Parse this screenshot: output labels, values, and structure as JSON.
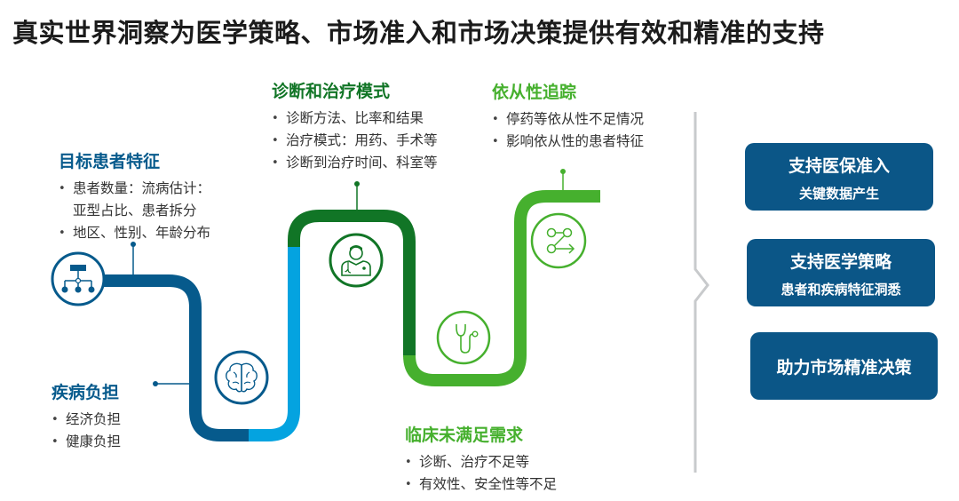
{
  "title": "真实世界洞察为医学策略、市场准入和市场决策提供有效和精准的支持",
  "colors": {
    "dark_blue": "#065a8c",
    "light_blue": "#04a3e0",
    "dark_green": "#117526",
    "light_green": "#46b02e",
    "box_blue": "#0b5687",
    "divider_gray": "#c8cacc"
  },
  "stages": [
    {
      "title": "目标患者特征",
      "icon": "org-chart-icon",
      "bullets": [
        {
          "line1": "患者数量：流病估计：",
          "line2": "亚型占比、患者拆分"
        },
        {
          "line1": "地区、性别、年龄分布"
        }
      ]
    },
    {
      "title": "疾病负担",
      "icon": "brain-icon",
      "bullets": [
        {
          "line1": "经济负担"
        },
        {
          "line1": "健康负担"
        }
      ]
    },
    {
      "title": "诊断和治疗模式",
      "icon": "doctor-icon",
      "bullets": [
        {
          "line1": "诊断方法、比率和结果"
        },
        {
          "line1": "治疗模式：用药、手术等"
        },
        {
          "line1": "诊断到治疗时间、科室等"
        }
      ]
    },
    {
      "title": "临床未满足需求",
      "icon": "stethoscope-icon",
      "bullets": [
        {
          "line1": "诊断、治疗不足等"
        },
        {
          "line1": "有效性、安全性等不足"
        }
      ]
    },
    {
      "title": "依从性追踪",
      "icon": "flow-arrow-icon",
      "bullets": [
        {
          "line1": "停药等依从性不足情况"
        },
        {
          "line1": "影响依从性的患者特征"
        }
      ]
    }
  ],
  "outcomes": [
    {
      "main": "支持医保准入",
      "sub": "关键数据产生"
    },
    {
      "main": "支持医学策略",
      "sub": "患者和疾病特征洞悉"
    },
    {
      "main": "助力市场精准决策"
    }
  ]
}
